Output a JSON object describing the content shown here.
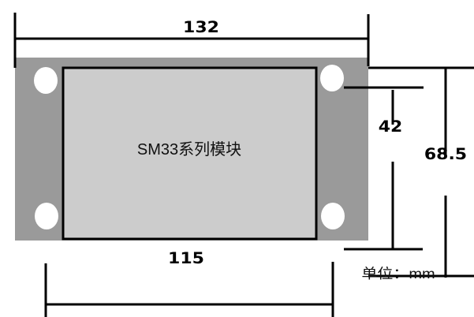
{
  "module_label": "SM33系列模块",
  "dimensions": {
    "overall_width": "132",
    "hole_spacing_horizontal": "115",
    "hole_spacing_vertical": "42",
    "overall_height": "68.5"
  },
  "unit_label": "单位：mm",
  "colors": {
    "flange": "#9a9a9a",
    "body": "#cccccc",
    "hole": "#ffffff",
    "line": "#000000"
  }
}
